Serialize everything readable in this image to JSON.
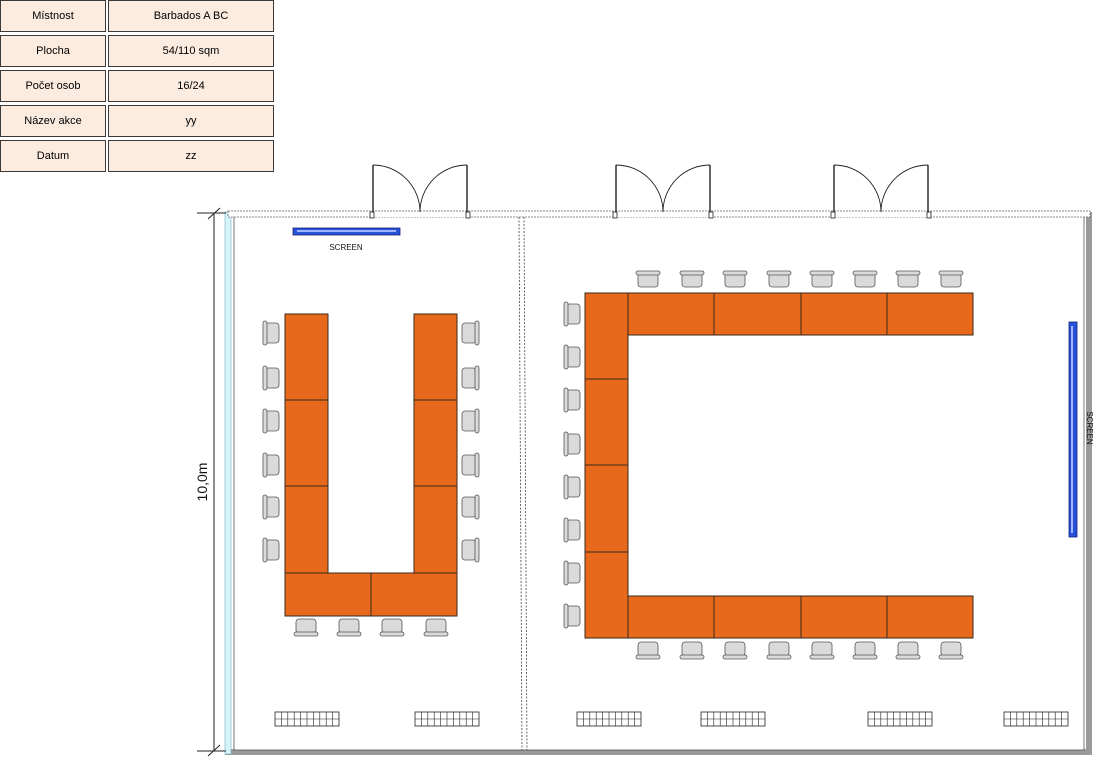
{
  "info": [
    {
      "label": "Místnost",
      "value": "Barbados A BC"
    },
    {
      "label": "Plocha",
      "value": "54/110 sqm"
    },
    {
      "label": "Počet osob",
      "value": "16/24"
    },
    {
      "label": "Název akce",
      "value": "yy"
    },
    {
      "label": "Datum",
      "value": "zz"
    }
  ],
  "plan": {
    "dimension_label": "10,0m",
    "screen_label_left": "SCREEN",
    "screen_label_right": "SCREEN",
    "colors": {
      "table": "#e8691c",
      "table_edge": "#3a2a1a",
      "chair": "#dadada",
      "wall": "#9a9a9a",
      "window": "#d4f4f8",
      "screen": "#2850d8"
    }
  }
}
